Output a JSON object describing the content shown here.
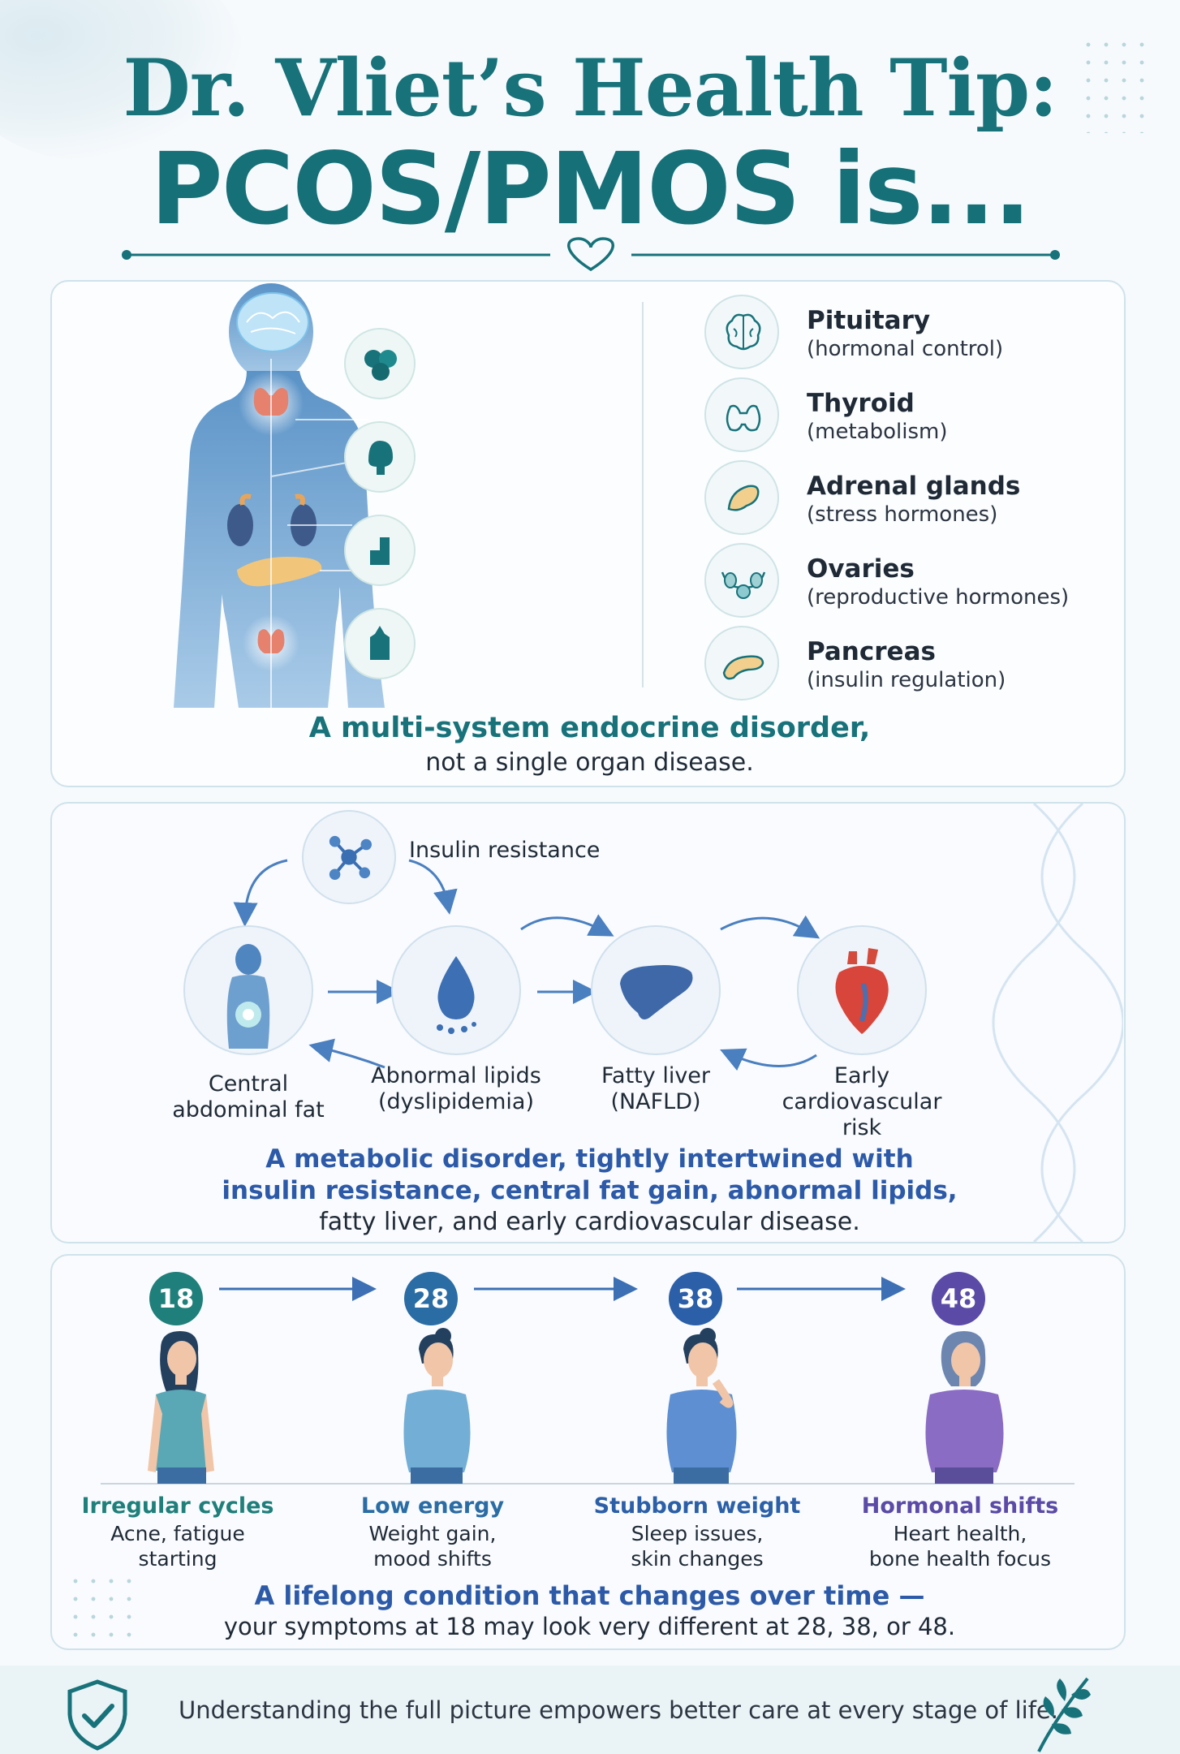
{
  "header": {
    "title_line1": "Dr. Vliet’s Health Tip:",
    "title_line2": "PCOS/PMOS is..."
  },
  "panel_endocrine": {
    "organs": [
      {
        "name": "Pituitary",
        "desc": "(hormonal control)",
        "icon": "brain-icon"
      },
      {
        "name": "Thyroid",
        "desc": "(metabolism)",
        "icon": "thyroid-icon"
      },
      {
        "name": "Adrenal glands",
        "desc": "(stress hormones)",
        "icon": "adrenal-icon"
      },
      {
        "name": "Ovaries",
        "desc": "(reproductive hormones)",
        "icon": "ovaries-icon"
      },
      {
        "name": "Pancreas",
        "desc": "(insulin regulation)",
        "icon": "pancreas-icon"
      }
    ],
    "caption_bold": "A multi-system endocrine disorder,",
    "caption_regular": "not a single organ disease."
  },
  "panel_metabolic": {
    "insulin_label": "Insulin resistance",
    "nodes": [
      {
        "label": "Central\nabdominal fat",
        "icon": "abdominal-fat-icon"
      },
      {
        "label": "Abnormal lipids\n(dyslipidemia)",
        "icon": "lipid-drop-icon"
      },
      {
        "label": "Fatty liver\n(NAFLD)",
        "icon": "liver-icon"
      },
      {
        "label": "Early\ncardiovascular\nrisk",
        "icon": "heart-icon"
      }
    ],
    "caption_line1": "A metabolic disorder, tightly intertwined with",
    "caption_line2": "insulin resistance, central fat gain, abnormal lipids,",
    "caption_line3": "fatty liver, and early cardiovascular disease."
  },
  "panel_lifespan": {
    "stages": [
      {
        "age": "18",
        "title": "Irregular cycles",
        "desc": "Acne, fatigue\nstarting",
        "color": "#1f7f7a"
      },
      {
        "age": "28",
        "title": "Low energy",
        "desc": "Weight gain,\nmood shifts",
        "color": "#2a6ca4"
      },
      {
        "age": "38",
        "title": "Stubborn weight",
        "desc": "Sleep issues,\nskin changes",
        "color": "#2b5fa8"
      },
      {
        "age": "48",
        "title": "Hormonal shifts",
        "desc": "Heart health,\nbone health focus",
        "color": "#5b4aa6"
      }
    ],
    "caption_bold": "A lifelong condition that changes over time —",
    "caption_regular": "your symptoms at 18 may look very different at 28, 38, or 48."
  },
  "footer": {
    "text": "Understanding the full picture empowers better care at every stage of life.",
    "left_icon": "shield-check-icon",
    "right_icon": "leaf-icon"
  },
  "colors": {
    "teal": "#17727a",
    "blue_caption": "#2c5aa8",
    "panel_border": "#cfe2ea"
  }
}
